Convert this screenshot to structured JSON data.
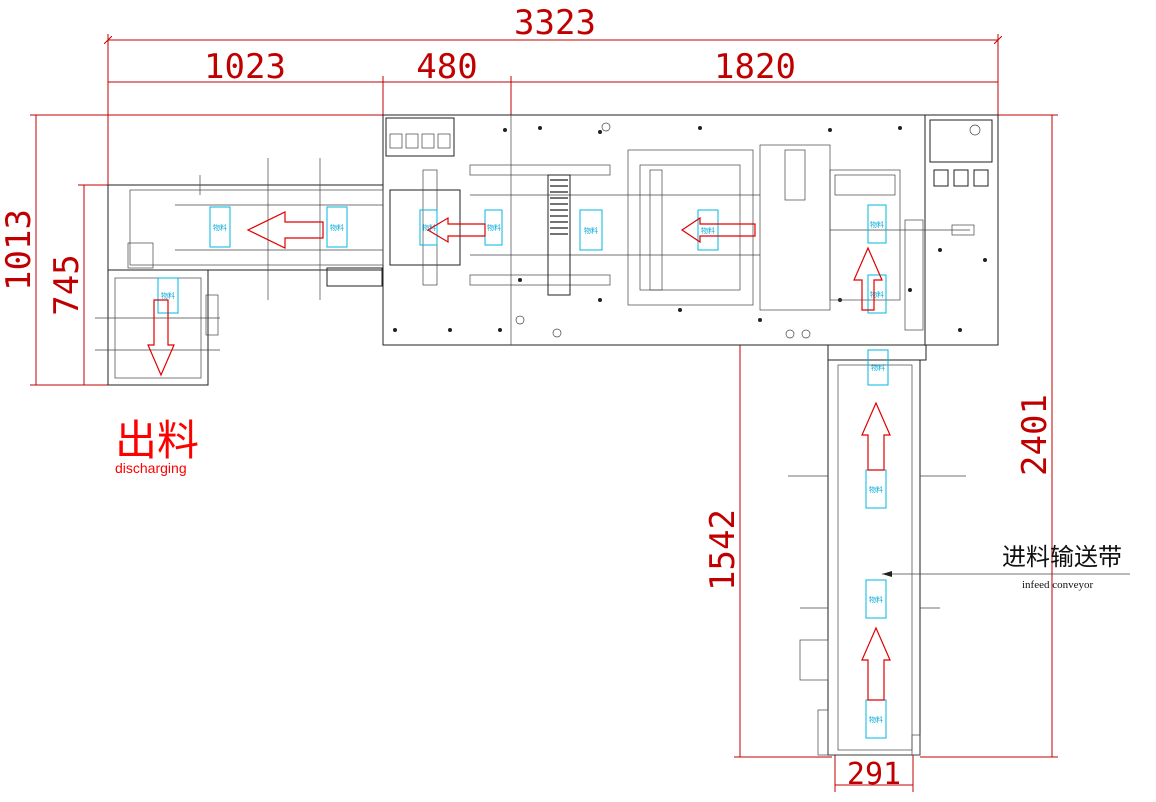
{
  "dimensions": {
    "overall_width": "3323",
    "seg_left": "1023",
    "seg_mid": "480",
    "seg_right": "1820",
    "overall_height": "1013",
    "left_height": "745",
    "right_height": "2401",
    "conveyor_length": "1542",
    "conveyor_width": "291"
  },
  "labels": {
    "discharge_cn": "出料",
    "discharge_en": "discharging",
    "infeed_cn": "进料输送带",
    "infeed_en": "infeed conveyor",
    "material": "物料"
  },
  "colors": {
    "dimension": "#c00000",
    "discharge_label": "#ff0000",
    "flow_arrow": "#e00000",
    "material_box": "#00b7e0",
    "machine_lines": "#222222"
  }
}
